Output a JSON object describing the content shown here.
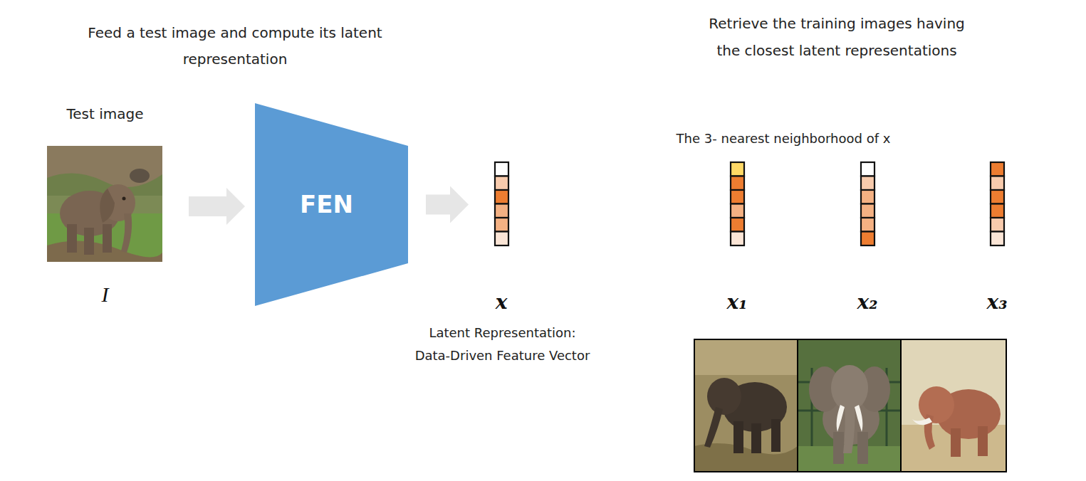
{
  "diagram": {
    "nodes": [
      {
        "text": [
          "Test image",
          "I"
        ]
      },
      {
        "text": [
          "FEN"
        ]
      },
      {
        "text": [
          "x"
        ]
      },
      {
        "text": [
          "x₁"
        ]
      },
      {
        "text": [
          "x₂"
        ]
      },
      {
        "text": [
          "x₃"
        ]
      }
    ],
    "edges": [
      {
        "from": 0,
        "to": 1,
        "arrow": "to"
      },
      {
        "from": 1,
        "to": 2,
        "arrow": "to"
      }
    ],
    "labels": [
      "Feed a test image and compute its latent representation",
      "Latent Representation: Data-Driven Feature Vector",
      "Retrieve the training images having the closest latent representations",
      "The 3- nearest neighborhood of x"
    ]
  }
}
